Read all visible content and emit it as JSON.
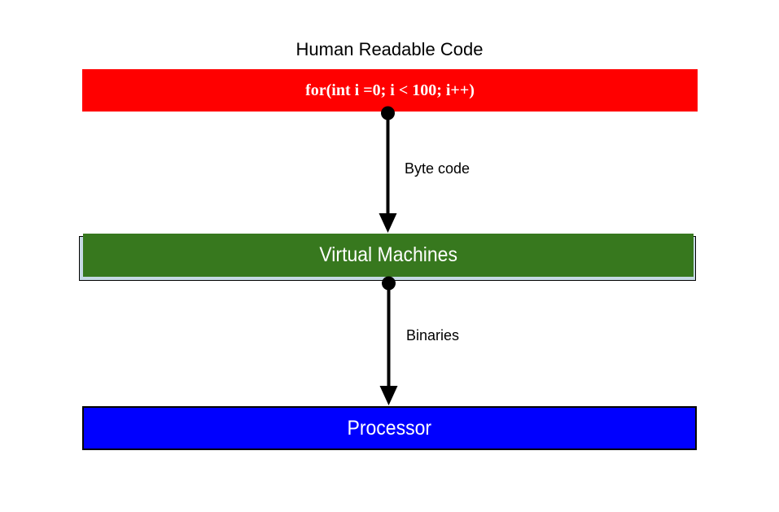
{
  "diagram": {
    "title": "Human Readable Code",
    "layers": [
      {
        "id": "source-code",
        "label": "for(int i =0; i < 100; i++)",
        "color": "#ff0000",
        "text_color": "#ffffff"
      },
      {
        "id": "virtual-machines",
        "label": "Virtual Machines",
        "color": "#37781e",
        "text_color": "#ffffff",
        "shadow_color": "#c6d9e4"
      },
      {
        "id": "processor",
        "label": "Processor",
        "color": "#0000ff",
        "text_color": "#ffffff"
      }
    ],
    "arrows": [
      {
        "from": "source-code",
        "to": "virtual-machines",
        "label": "Byte code"
      },
      {
        "from": "virtual-machines",
        "to": "processor",
        "label": "Binaries"
      }
    ],
    "arrow_color": "#000000"
  }
}
